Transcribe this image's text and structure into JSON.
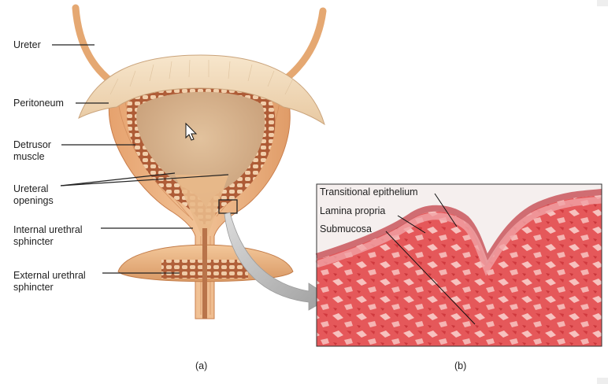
{
  "figure": {
    "labels": {
      "ureter": "Ureter",
      "peritoneum": "Peritoneum",
      "detrusor": "Detrusor\nmuscle",
      "ureteral_openings": "Ureteral\nopenings",
      "internal_sphincter": "Internal urethral\nsphincter",
      "external_sphincter": "External urethral\nsphincter"
    },
    "micrograph_labels": {
      "transitional_epithelium": "Transitional epithelium",
      "lamina_propria": "Lamina propria",
      "submucosa": "Submucosa"
    },
    "panel_a": "(a)",
    "panel_b": "(b)"
  },
  "icons": {
    "cursor": "mouse-pointer-icon",
    "arrow": "zoom-arrow-icon"
  },
  "colors": {
    "tissue": "#e8b07e",
    "tissue_dark": "#c98a55",
    "lumen": "#d9b590",
    "peritoneum": "#f3e2c8",
    "micro_bg": "#e24a4e"
  }
}
